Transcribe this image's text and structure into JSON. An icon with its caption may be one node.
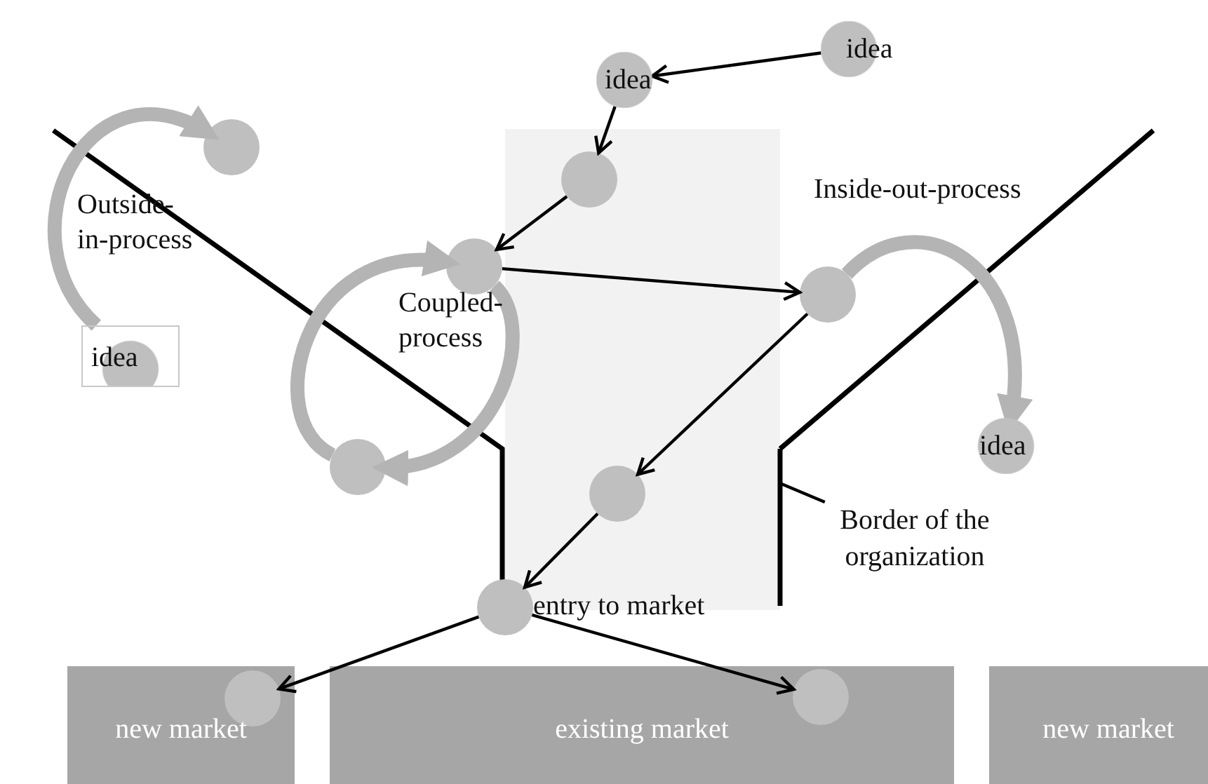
{
  "diagram": {
    "nodes": [
      {
        "text": [
          "idea"
        ]
      },
      {
        "text": [
          "idea"
        ]
      },
      {
        "text": [],
        "shape": "circle"
      },
      {
        "text": [],
        "shape": "circle"
      },
      {
        "text": [],
        "shape": "circle"
      },
      {
        "text": [],
        "shape": "circle"
      },
      {
        "text": [
          "idea"
        ]
      },
      {
        "text": [],
        "shape": "circle"
      },
      {
        "text": [
          "idea"
        ]
      },
      {
        "text": [],
        "shape": "circle"
      },
      {
        "text": [],
        "shape": "circle",
        "beside": [
          "entry to market"
        ]
      },
      {
        "text": [
          "new market"
        ]
      },
      {
        "text": [],
        "shape": "circle",
        "in": 11
      },
      {
        "text": [
          "existing market"
        ]
      },
      {
        "text": [],
        "shape": "circle",
        "in": 13
      },
      {
        "text": [
          "new market"
        ]
      },
      {
        "text": [
          "Border of the organization"
        ]
      },
      {
        "text": [],
        "shape": "line"
      }
    ],
    "edges": [
      {
        "from": 0,
        "to": 1,
        "arrow": "to"
      },
      {
        "from": 1,
        "to": 2,
        "arrow": "to"
      },
      {
        "from": 2,
        "to": 3,
        "arrow": "to"
      },
      {
        "from": 3,
        "to": 4,
        "arrow": "to"
      },
      {
        "from": 4,
        "to": 9,
        "arrow": "to"
      },
      {
        "from": 9,
        "to": 10,
        "arrow": "to"
      },
      {
        "from": 10,
        "to": 12,
        "arrow": "to"
      },
      {
        "from": 10,
        "to": 14,
        "arrow": "to"
      },
      {
        "from": 6,
        "to": 5,
        "arrow": "to",
        "style": "thick",
        "color": "#b4b4b4"
      },
      {
        "from": 7,
        "to": 3,
        "arrow": "to",
        "style": "thick",
        "color": "#b4b4b4"
      },
      {
        "from": 3,
        "to": 7,
        "arrow": "to",
        "style": "thick",
        "color": "#b4b4b4"
      },
      {
        "from": 4,
        "to": 8,
        "arrow": "to",
        "style": "thick",
        "color": "#b4b4b4"
      },
      {
        "from": 16,
        "to": 17,
        "arrow": "none"
      }
    ],
    "labels": [
      "Inside-out-process",
      "Outside-in-process",
      "Coupled-process"
    ]
  }
}
